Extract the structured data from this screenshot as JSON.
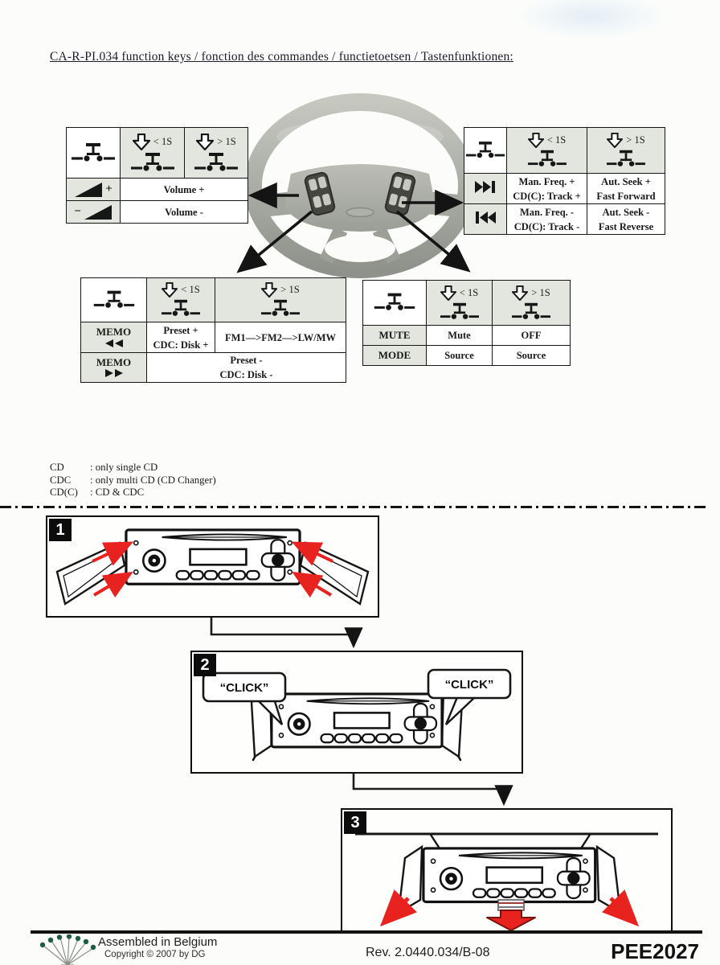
{
  "title": "CA-R-PI.034  function keys  / fonction des commandes / functietoetsen / Tastenfunktionen:",
  "press": {
    "short": "< 1S",
    "long": "> 1S"
  },
  "tables": {
    "volume": {
      "rows": [
        {
          "icon": "volume-plus-icon",
          "sign": "+",
          "action": "Volume +"
        },
        {
          "icon": "volume-minus-icon",
          "sign": "−",
          "action": "Volume -"
        }
      ]
    },
    "seek": {
      "rows": [
        {
          "icon": "next-track-icon",
          "short_action": "Man. Freq. +\nCD(C): Track +",
          "long_action": "Aut. Seek +\nFast Forward"
        },
        {
          "icon": "prev-track-icon",
          "short_action": "Man. Freq. -\nCD(C): Track -",
          "long_action": "Aut. Seek -\nFast Reverse"
        }
      ]
    },
    "memo": {
      "key_label": "MEMO",
      "rows": [
        {
          "icon": "rewind-icon",
          "short_action": "Preset +\nCDC: Disk +",
          "long_action": "FM1—>FM2—>LW/MW"
        },
        {
          "icon": "fast-forward-icon",
          "combined_action": "Preset -\nCDC: Disk -"
        }
      ]
    },
    "mute": {
      "rows": [
        {
          "label": "MUTE",
          "short_action": "Mute",
          "long_action": "OFF"
        },
        {
          "label": "MODE",
          "short_action": "Source",
          "long_action": "Source"
        }
      ]
    }
  },
  "legend": [
    {
      "term": "CD",
      "def": ": only single CD"
    },
    {
      "term": "CDC",
      "def": ": only multi CD (CD Changer)"
    },
    {
      "term": "CD(C)",
      "def": ": CD & CDC"
    }
  ],
  "steps": [
    {
      "num": "1"
    },
    {
      "num": "2",
      "callout": "“CLICK”"
    },
    {
      "num": "3"
    }
  ],
  "footer": {
    "assembled": "Assembled in Belgium",
    "copyright": "Copyright ©  2007 by DG",
    "revision": "Rev. 2.0440.034/B-08",
    "code": "PEE2027"
  },
  "colors": {
    "arrow_red": "#e8231f",
    "cell_tint": "#e2e6de",
    "logo_green": "#1f5a46",
    "ink": "#161616"
  }
}
